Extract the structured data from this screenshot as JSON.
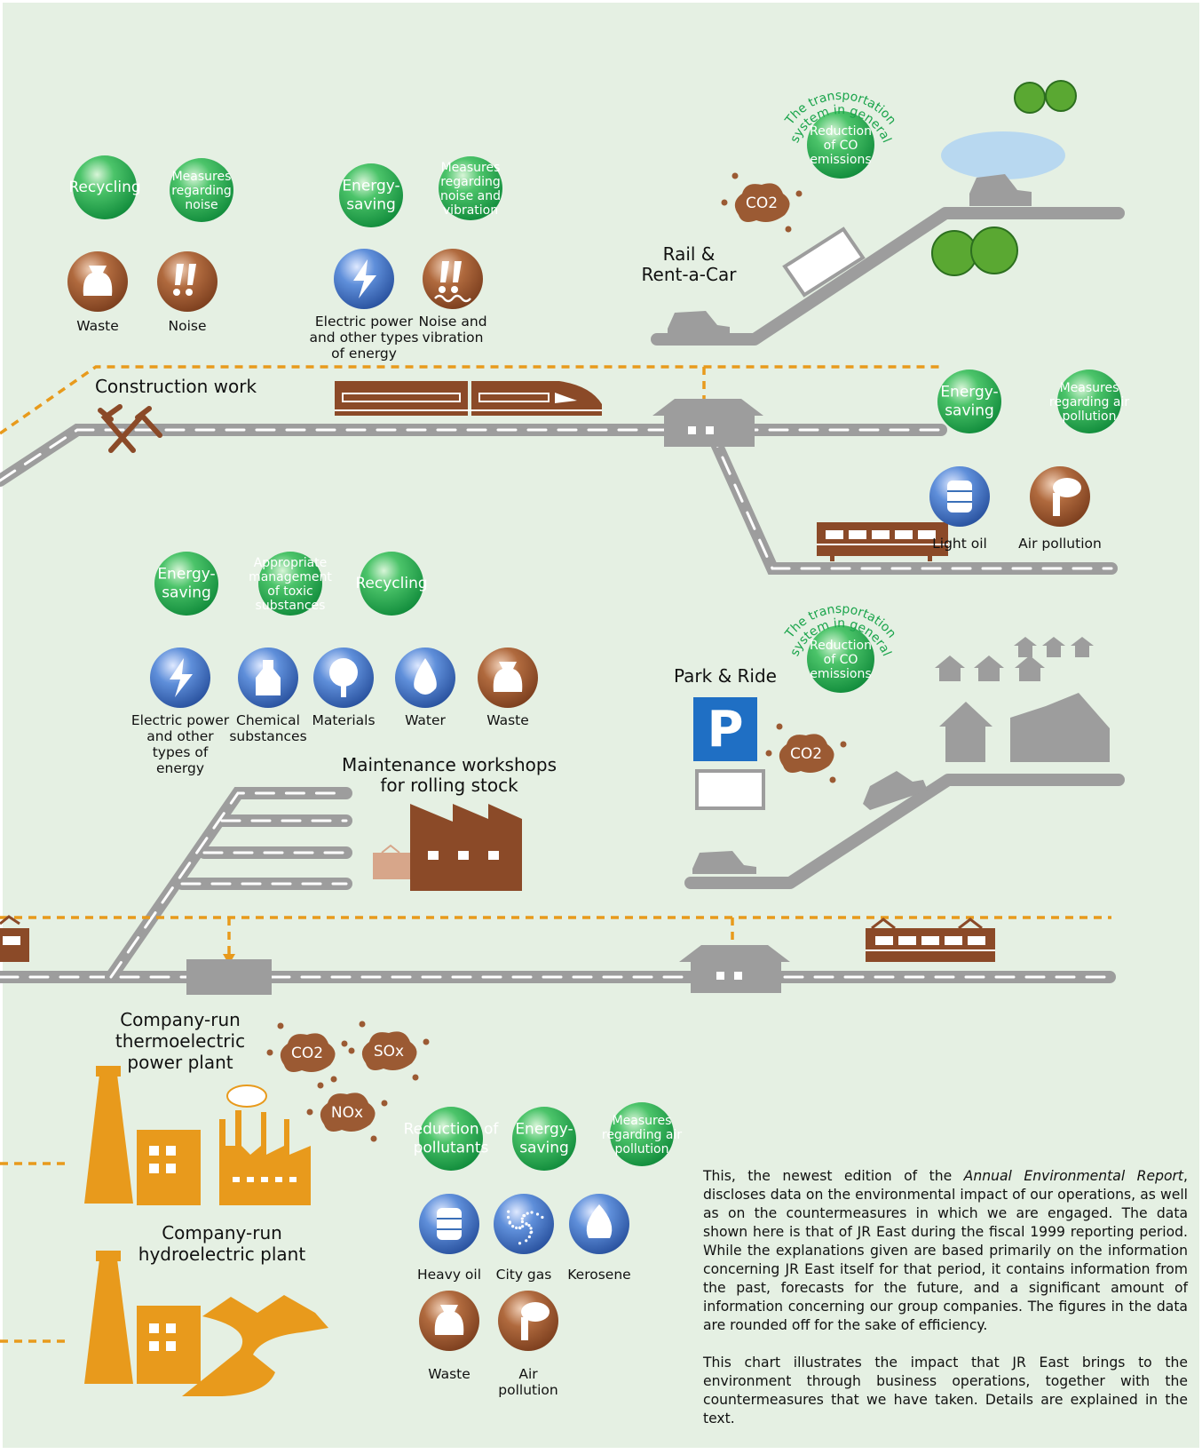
{
  "colors": {
    "background": "#e5f0e3",
    "track": "#9d9d9d",
    "brown": "#8b4a28",
    "orange": "#e89a1c",
    "green": "#1aa44b",
    "blue": "#3a6fb8",
    "gray_building": "#9d9d9d",
    "tree": "#5aa832"
  },
  "sections": {
    "construction": {
      "title": "Construction work",
      "countermeasures": [
        {
          "label": [
            "Recycling"
          ]
        },
        {
          "label": [
            "Measures",
            "regarding",
            "noise"
          ]
        }
      ],
      "impacts": [
        {
          "label": [
            "Waste"
          ],
          "icon": "waste-bag-icon"
        },
        {
          "label": [
            "Noise"
          ],
          "icon": "noise-icon"
        }
      ]
    },
    "train_ops": {
      "countermeasures": [
        {
          "label": [
            "Energy-",
            "saving"
          ]
        },
        {
          "label": [
            "Measures",
            "regarding",
            "noise and",
            "vibration"
          ]
        }
      ],
      "impacts": [
        {
          "label": [
            "Electric power",
            "and other types",
            "of energy"
          ],
          "icon": "lightning-icon"
        },
        {
          "label": [
            "Noise and",
            "vibration"
          ],
          "icon": "noise-vibration-icon"
        }
      ]
    },
    "rail_rentacar": {
      "title": [
        "Rail &",
        "Rent-a-Car"
      ],
      "arc_text": [
        "The transportation",
        "system in general"
      ],
      "countermeasure": [
        "Reduction",
        "of CO",
        "emissions"
      ],
      "emission": "CO2"
    },
    "diesel": {
      "countermeasures": [
        {
          "label": [
            "Energy-",
            "saving"
          ]
        },
        {
          "label": [
            "Measures",
            "regarding air",
            "pollution"
          ]
        }
      ],
      "impacts": [
        {
          "label": [
            "Light oil"
          ],
          "icon": "oil-drum-icon"
        },
        {
          "label": [
            "Air pollution"
          ],
          "icon": "smokestack-icon"
        }
      ]
    },
    "workshops": {
      "title": [
        "Maintenance workshops",
        "for rolling stock"
      ],
      "countermeasures": [
        {
          "label": [
            "Energy-",
            "saving"
          ]
        },
        {
          "label": [
            "Appropriate",
            "management",
            "of toxic",
            "substances"
          ]
        },
        {
          "label": [
            "Recycling"
          ]
        }
      ],
      "impacts": [
        {
          "label": [
            "Electric power",
            "and other",
            "types of",
            "energy"
          ],
          "icon": "lightning-icon"
        },
        {
          "label": [
            "Chemical",
            "substances"
          ],
          "icon": "chemical-bottle-icon"
        },
        {
          "label": [
            "Materials"
          ],
          "icon": "tree-icon"
        },
        {
          "label": [
            "Water"
          ],
          "icon": "water-drop-icon"
        },
        {
          "label": [
            "Waste"
          ],
          "icon": "waste-bag-icon"
        }
      ]
    },
    "park_ride": {
      "title": "Park & Ride",
      "sign": "P",
      "arc_text": [
        "The transportation",
        "system in general"
      ],
      "countermeasure": [
        "Reduction",
        "of CO",
        "emissions"
      ],
      "emission": "CO2"
    },
    "power": {
      "thermo_title": [
        "Company-run",
        "thermoelectric",
        "power plant"
      ],
      "hydro_title": [
        "Company-run",
        "hydroelectric plant"
      ],
      "emissions": [
        "CO2",
        "SOx",
        "NOx"
      ],
      "countermeasures": [
        {
          "label": [
            "Reduction of",
            "pollutants"
          ]
        },
        {
          "label": [
            "Energy-",
            "saving"
          ]
        },
        {
          "label": [
            "Measures",
            "regarding air",
            "pollution"
          ]
        }
      ],
      "impacts": [
        {
          "label": [
            "Heavy oil"
          ],
          "icon": "oil-drum-icon"
        },
        {
          "label": [
            "City gas"
          ],
          "icon": "gas-dots-icon"
        },
        {
          "label": [
            "Kerosene"
          ],
          "icon": "flame-icon"
        },
        {
          "label": [
            "Waste"
          ],
          "icon": "waste-bag-icon"
        },
        {
          "label": [
            "Air",
            "pollution"
          ],
          "icon": "smokestack-icon"
        }
      ]
    }
  },
  "description": {
    "p1_before": "This, the newest edition of the ",
    "p1_italic": "Annual Environmental Report",
    "p1_after": ", discloses data on the environmental impact of our operations, as well as on the countermeasures in which we are engaged. The data shown here is that of JR East during the fiscal 1999 reporting period. While the explanations given are based primarily on the information concerning JR East itself for that period, it contains information from the past, forecasts for the future, and a significant amount of information concerning our group companies. The figures in the data are rounded off for the sake of efficiency.",
    "p2": "This chart illustrates the impact that JR East brings to the environment through business operations, together with the countermeasures that we have taken. Details are explained in the text."
  }
}
